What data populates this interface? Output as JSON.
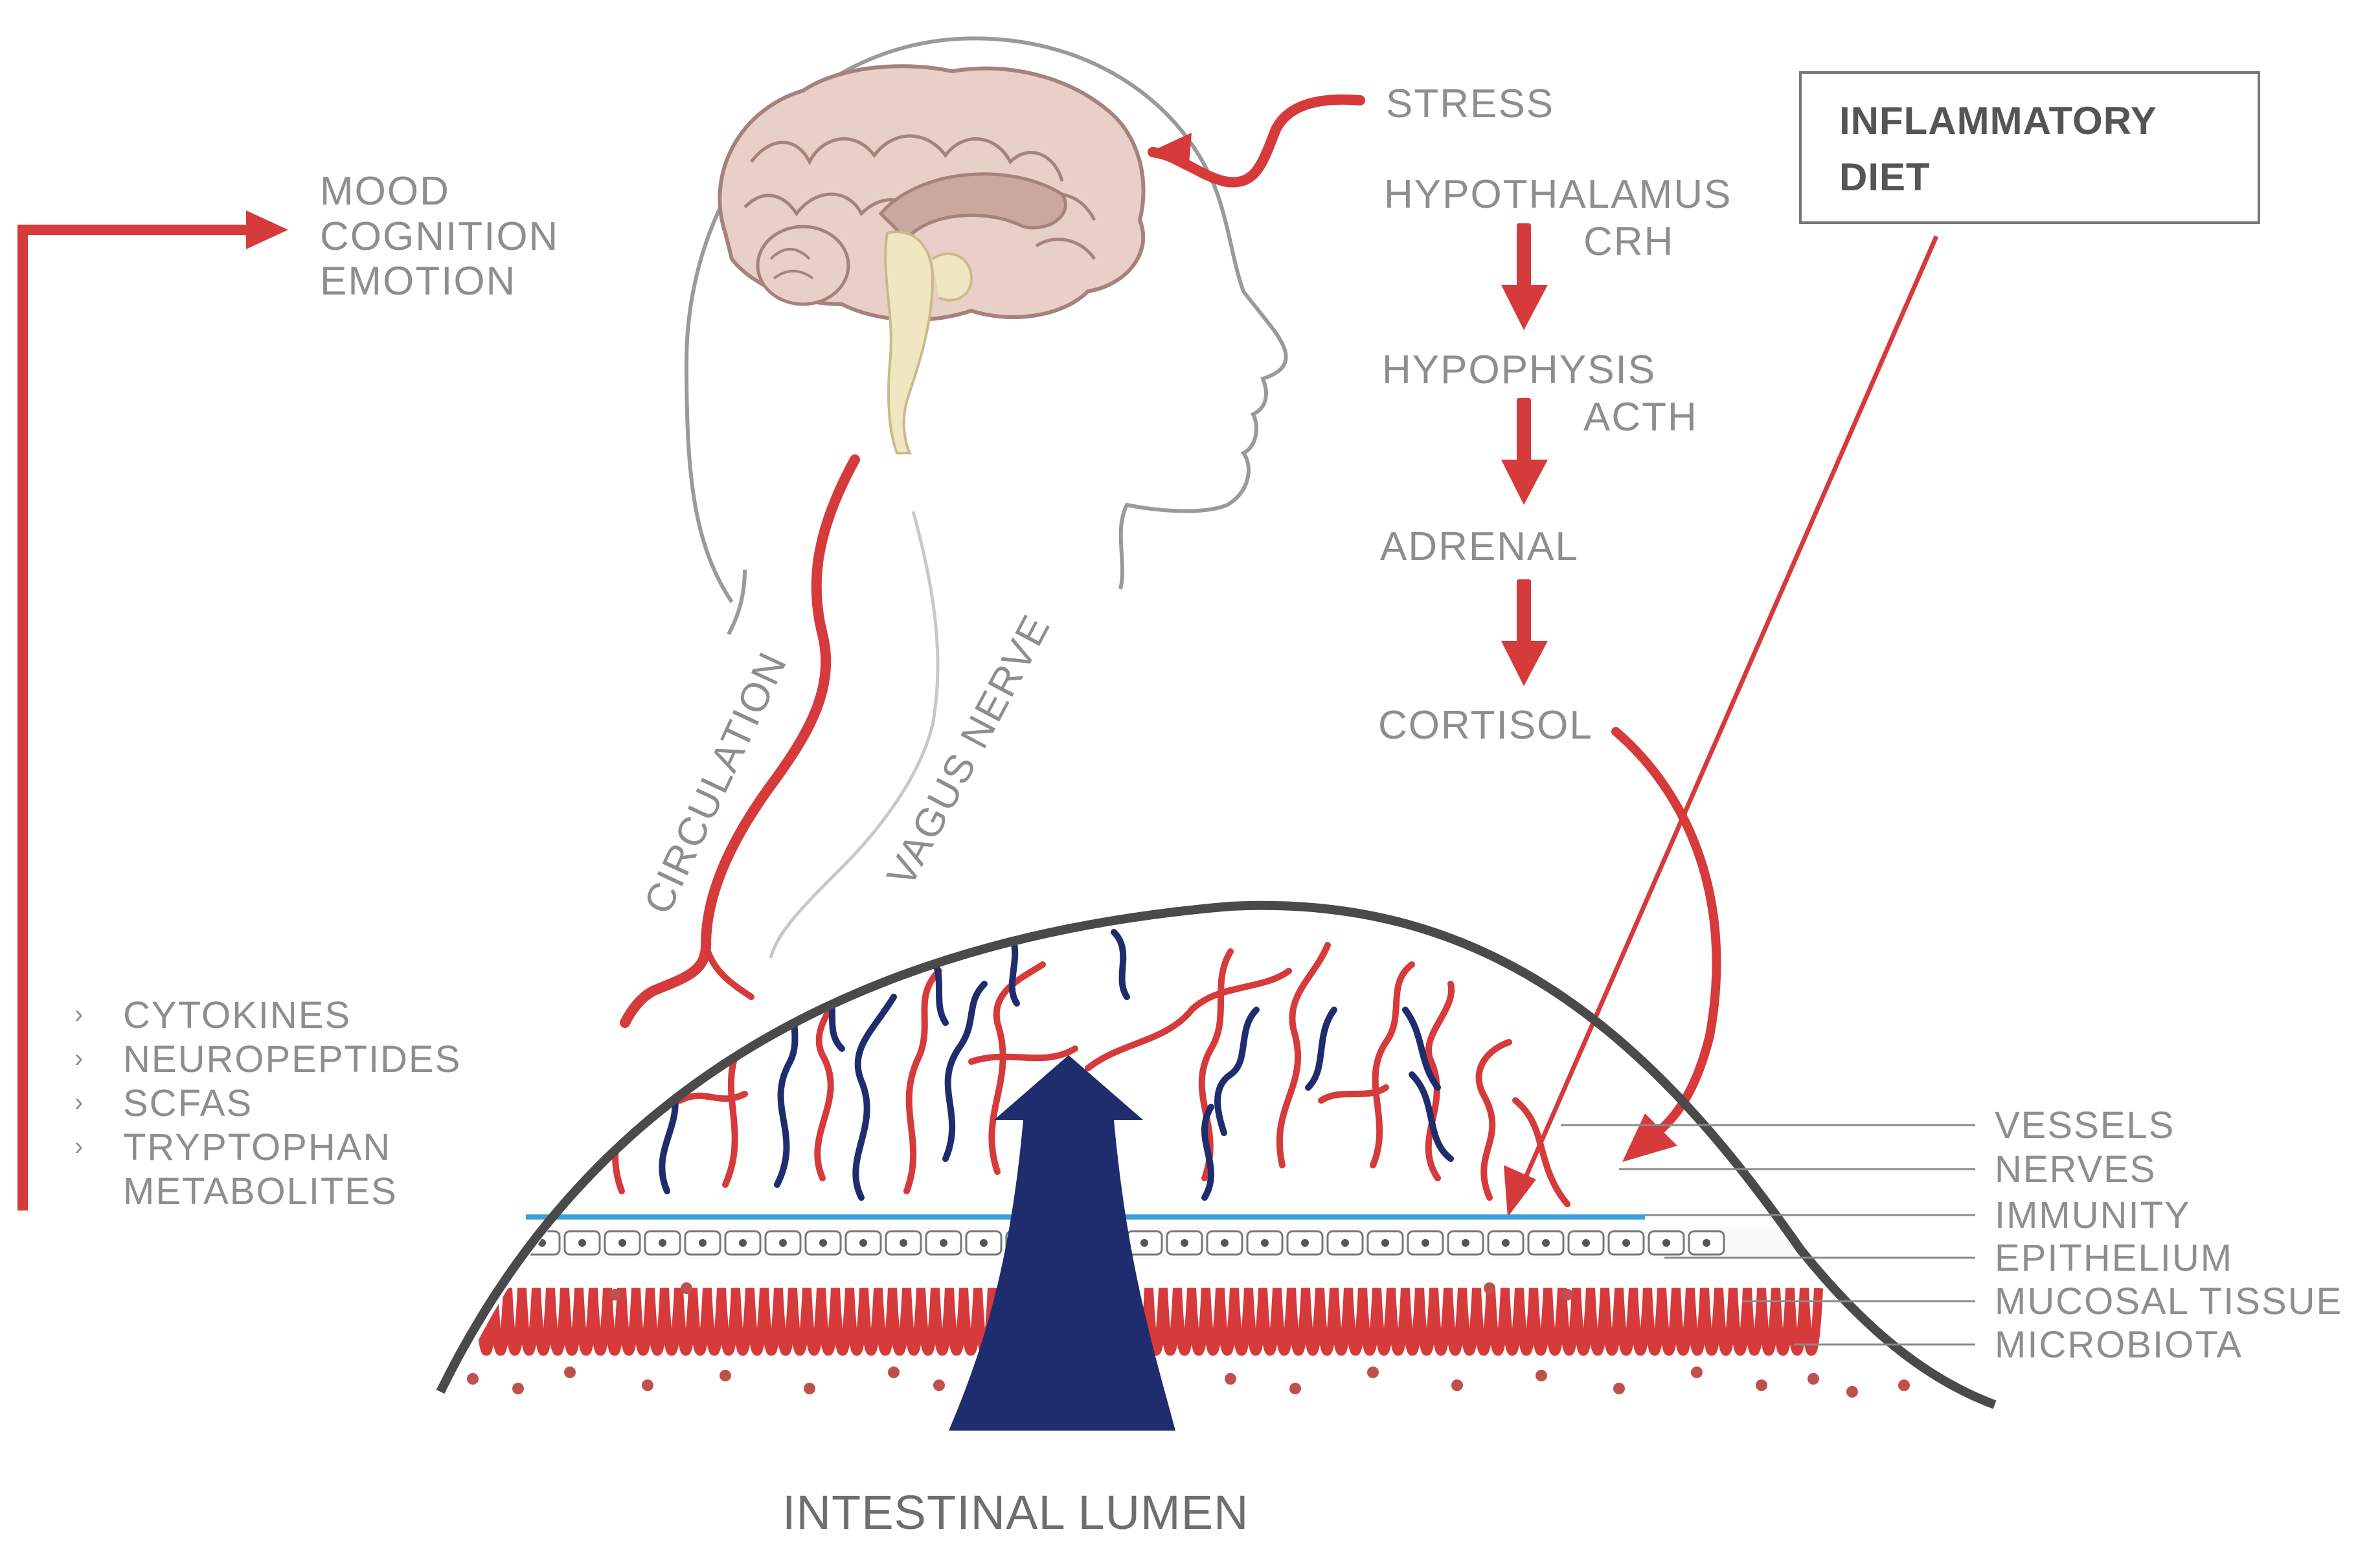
{
  "brain_outputs": {
    "mood": "MOOD",
    "cognition": "COGNITION",
    "emotion": "EMOTION"
  },
  "hpa_axis": {
    "stress": "STRESS",
    "hypothalamus": "HYPOTHALAMUS",
    "crh": "CRH",
    "hypophysis": "HYPOPHYSIS",
    "acth": "ACTH",
    "adrenal": "ADRENAL",
    "cortisol": "CORTISOL"
  },
  "diet_box": {
    "line1": "INFLAMMATORY",
    "line2": "DIET"
  },
  "pathways": {
    "circulation": "CIRCULATION",
    "vagus_nerve": "VAGUS NERVE"
  },
  "signals": {
    "bullet": "›",
    "items": [
      "CYTOKINES",
      "NEUROPEPTIDES",
      "SCFAS",
      "TRYPTOPHAN",
      "METABOLITES"
    ]
  },
  "layers": [
    "VESSELS",
    "NERVES",
    "IMMUNITY",
    "EPITHELIUM",
    "MUCOSAL TISSUE",
    "MICROBIOTA"
  ],
  "lumen_label": "INTESTINAL LUMEN",
  "colors": {
    "red": "#d63a3a",
    "navy": "#1f2c6e",
    "grey": "#8e8e8e",
    "blue_line": "#3a9fdc",
    "outline": "#555555"
  }
}
